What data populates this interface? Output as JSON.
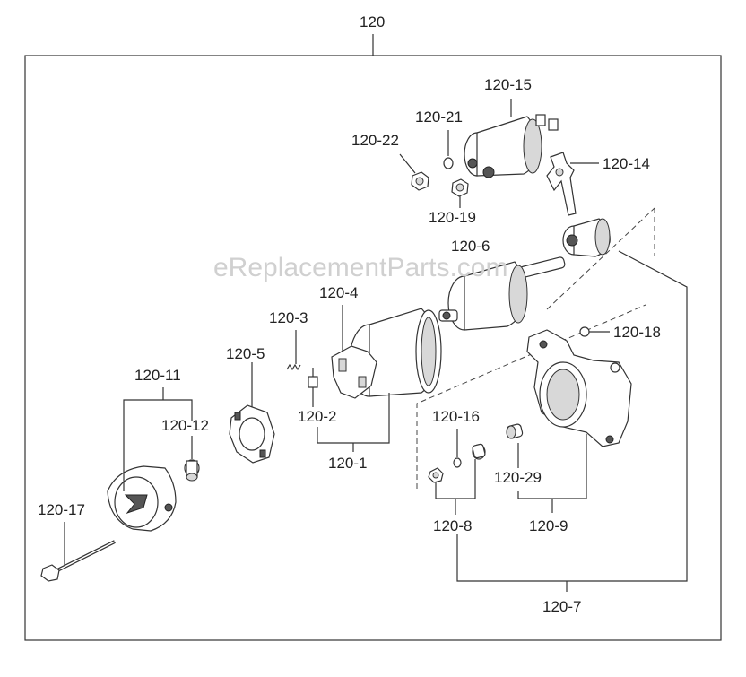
{
  "watermark": "eReplacementParts.com",
  "labels": {
    "l120": "120",
    "l120_15": "120-15",
    "l120_21": "120-21",
    "l120_22": "120-22",
    "l120_14": "120-14",
    "l120_19": "120-19",
    "l120_6": "120-6",
    "l120_4": "120-4",
    "l120_3": "120-3",
    "l120_18": "120-18",
    "l120_5": "120-5",
    "l120_11": "120-11",
    "l120_16": "120-16",
    "l120_12": "120-12",
    "l120_2": "120-2",
    "l120_1": "120-1",
    "l120_29": "120-29",
    "l120_17": "120-17",
    "l120_8": "120-8",
    "l120_9": "120-9",
    "l120_7": "120-7"
  }
}
